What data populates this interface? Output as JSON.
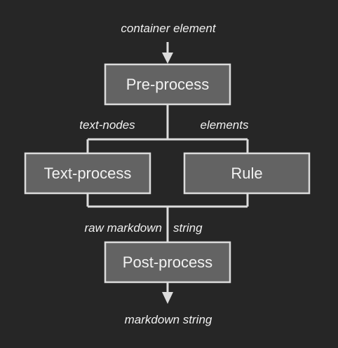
{
  "diagram": {
    "input_label": "container element",
    "output_label": "markdown string",
    "nodes": {
      "pre_process": "Pre-process",
      "text_process": "Text-process",
      "rule": "Rule",
      "post_process": "Post-process"
    },
    "branch_labels": {
      "left": "text-nodes",
      "right": "elements"
    },
    "merge_labels": {
      "left": "raw markdown",
      "right": "string"
    },
    "colors": {
      "background": "#262626",
      "node_fill": "#636363",
      "node_border": "#dcdcdc",
      "connector": "#dcdcdc",
      "text": "#f2f2f2"
    }
  }
}
